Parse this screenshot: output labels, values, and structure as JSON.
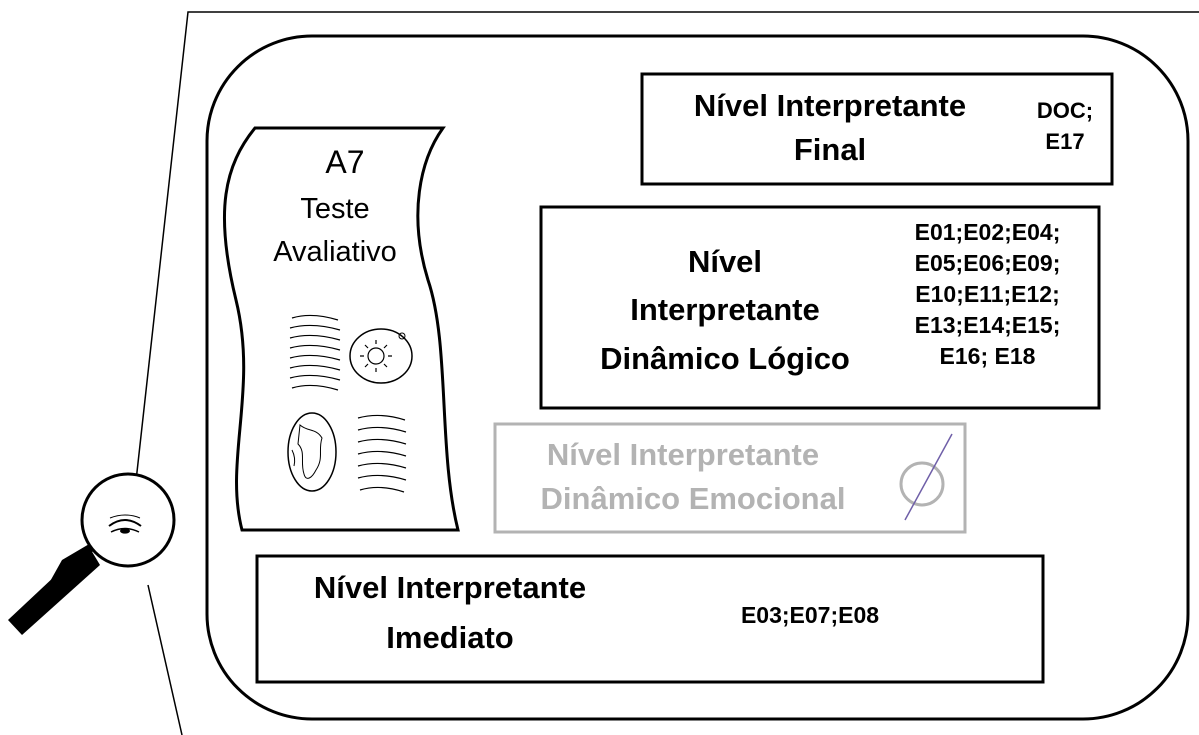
{
  "document": {
    "code": "A7",
    "title_line1": "Teste",
    "title_line2": "Avaliativo"
  },
  "levels": {
    "final": {
      "title_line1": "Nível Interpretante",
      "title_line2": "Final",
      "codes_line1": "DOC;",
      "codes_line2": "E17"
    },
    "logico": {
      "title_line1": "Nível",
      "title_line2": "Interpretante",
      "title_line3": "Dinâmico Lógico",
      "codes": [
        "E01;E02;E04;",
        "E05;E06;E09;",
        "E10;E11;E12;",
        "E13;E14;E15;",
        "E16; E18"
      ]
    },
    "emocional": {
      "title_line1": "Nível Interpretante",
      "title_line2": "Dinâmico Emocional",
      "empty_symbol": "∅"
    },
    "imediato": {
      "title_line1": "Nível Interpretante",
      "title_line2": "Imediato",
      "codes": "E03;E07;E08"
    }
  },
  "colors": {
    "line": "#000000",
    "inactive": "#b3b3b3",
    "empty_slash": "#6f5fa8"
  }
}
